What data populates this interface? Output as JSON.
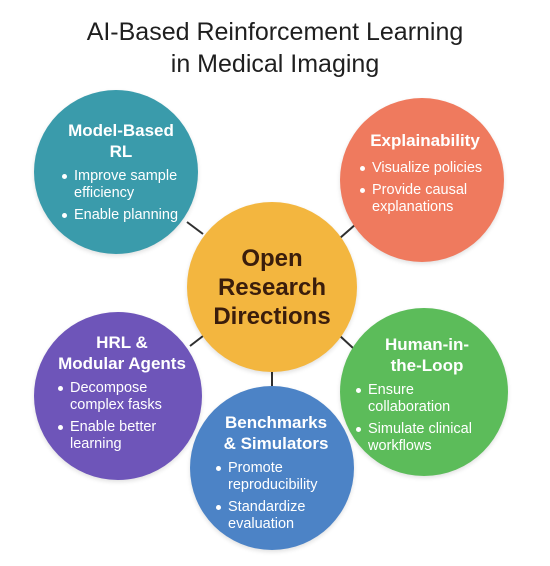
{
  "title": {
    "line1": "AI-Based Reinforcement Learning",
    "line2": "in Medical Imaging"
  },
  "center": {
    "lines": [
      "Open",
      "Research",
      "Directions"
    ],
    "color": "#f3b63f"
  },
  "topics": [
    {
      "title_lines": [
        "Model-Based",
        "RL"
      ],
      "items": [
        "Improve sample efficiency",
        "Enable planning"
      ],
      "color": "#3a9bab"
    },
    {
      "title_lines": [
        "Explainability"
      ],
      "items": [
        "Visualize policies",
        "Provide causal explanations"
      ],
      "color": "#ef7a5e"
    },
    {
      "title_lines": [
        "HRL &",
        "Modular Agents"
      ],
      "items": [
        "Decompose complex fasks",
        "Enable better learning"
      ],
      "color": "#6e55b9"
    },
    {
      "title_lines": [
        "Benchmarks",
        "& Simulators"
      ],
      "items": [
        "Promote reproducibility",
        "Standardize evaluation"
      ],
      "color": "#4c83c6"
    },
    {
      "title_lines": [
        "Human-in-",
        "the-Loop"
      ],
      "items": [
        "Ensure collaboration",
        "Simulate clinical workflows"
      ],
      "color": "#5cbc5a"
    }
  ],
  "connector_color": "#2f2f2f"
}
